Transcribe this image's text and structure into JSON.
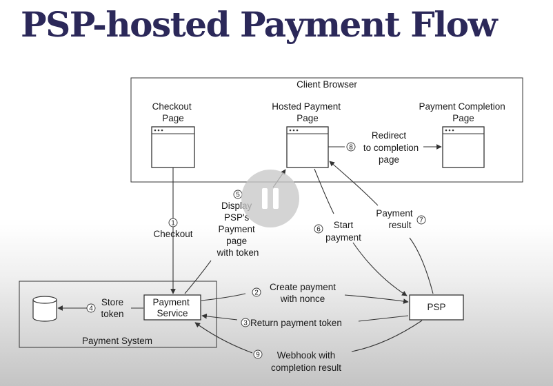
{
  "title": "PSP-hosted Payment Flow",
  "client_browser": {
    "label": "Client Browser",
    "checkout_page": [
      "Checkout",
      "Page"
    ],
    "hosted_payment_page": [
      "Hosted Payment",
      "Page"
    ],
    "completion_page": [
      "Payment Completion",
      "Page"
    ]
  },
  "payment_system": {
    "label": "Payment System",
    "payment_service": [
      "Payment",
      "Service"
    ]
  },
  "psp_label": "PSP",
  "steps": [
    {
      "number": "1",
      "lines": [
        "Checkout"
      ]
    },
    {
      "number": "2",
      "lines": [
        "Create payment",
        "with nonce"
      ]
    },
    {
      "number": "3",
      "lines": [
        "Return payment token"
      ]
    },
    {
      "number": "4",
      "lines": [
        "Store",
        "token"
      ]
    },
    {
      "number": "5",
      "lines": [
        "Display",
        "PSP's",
        "Payment",
        "page",
        "with token"
      ]
    },
    {
      "number": "6",
      "lines": [
        "Start",
        "payment"
      ]
    },
    {
      "number": "7",
      "lines": [
        "Payment",
        "result"
      ]
    },
    {
      "number": "8",
      "lines": [
        "Redirect",
        "to completion",
        "page"
      ]
    },
    {
      "number": "9",
      "lines": [
        "Webhook  with",
        "completion result"
      ]
    }
  ]
}
